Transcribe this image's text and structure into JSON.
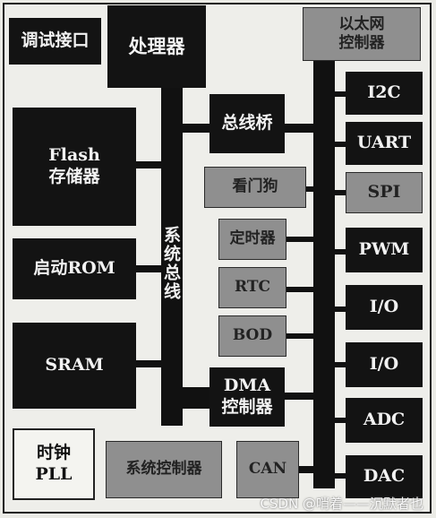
{
  "blocks": {
    "debug": "调试接口",
    "cpu": "处理器",
    "flash_1": "Flash",
    "flash_2": "存储器",
    "boot_rom": "启动ROM",
    "sram": "SRAM",
    "clock_1": "时钟",
    "clock_2": "PLL",
    "bus_bridge": "总线桥",
    "watchdog": "看门狗",
    "timer": "定时器",
    "rtc": "RTC",
    "bod": "BOD",
    "dma_1": "DMA",
    "dma_2": "控制器",
    "sys_ctrl": "系统控制器",
    "can": "CAN",
    "eth_1": "以太网",
    "eth_2": "控制器",
    "i2c": "I2C",
    "uart": "UART",
    "spi": "SPI",
    "pwm": "PWM",
    "io_1": "I/O",
    "io_2": "I/O",
    "adc": "ADC",
    "dac": "DAC"
  },
  "system_bus_label": "系统总线",
  "watermark": "CSDN @哨着——沉默者也"
}
